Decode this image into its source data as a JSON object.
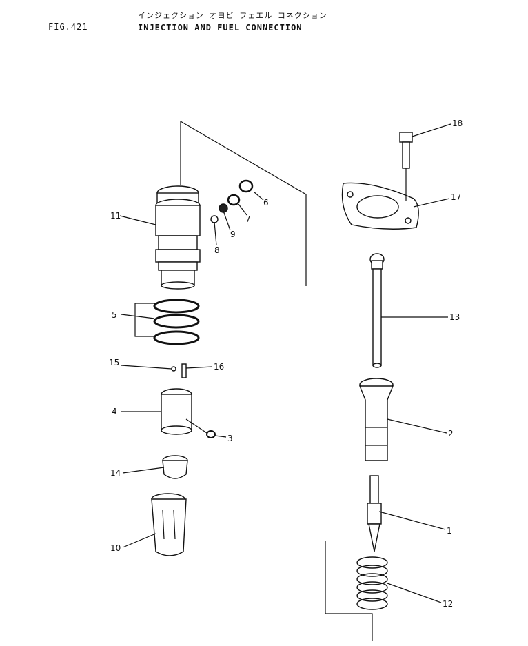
{
  "header": {
    "fig": "FIG.421",
    "title_jp": "インジェクション オヨビ フェエル コネクション",
    "title_en": "INJECTION AND FUEL CONNECTION"
  },
  "callouts": [
    "1",
    "2",
    "3",
    "4",
    "5",
    "6",
    "7",
    "8",
    "9",
    "10",
    "11",
    "12",
    "13",
    "14",
    "15",
    "16",
    "17",
    "18"
  ]
}
